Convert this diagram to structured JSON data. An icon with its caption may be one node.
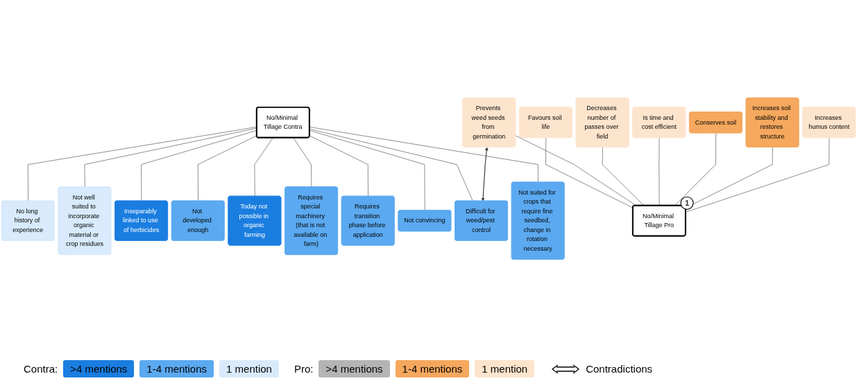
{
  "diagram": {
    "nodes": [
      {
        "text": [
          "No/Minimal Tillage Contra"
        ]
      },
      {
        "text": [
          "Not suited for crops that require fine seedbed, change in rotation necessary"
        ]
      },
      {
        "text": [
          "Not convincing"
        ]
      },
      {
        "text": [
          "Requires transition phase before application"
        ]
      },
      {
        "text": [
          "Difficult for weed/pest control"
        ]
      },
      {
        "text": [
          "Requires special machinery (that is not available on farm)"
        ]
      },
      {
        "text": [
          "Today not possible in organic farming"
        ]
      },
      {
        "text": [
          "Not developed enough"
        ]
      },
      {
        "text": [
          "Inseparably linked to use of herbicides"
        ]
      },
      {
        "text": [
          "Not well suited to incorporate organic material or crop residues"
        ]
      },
      {
        "text": [
          "No long history of experience"
        ]
      },
      {
        "text": [
          "No/Minimal Tillage Pro"
        ],
        "beside": [
          "1"
        ]
      },
      {
        "text": [
          "Favours soil life"
        ]
      },
      {
        "text": [
          "Prevents weed seeds from germination"
        ]
      },
      {
        "text": [
          "Decreases number of passes over field"
        ]
      },
      {
        "text": [
          "Is time and cost efficient"
        ]
      },
      {
        "text": [
          "Conserves soil"
        ]
      },
      {
        "text": [
          "Increases soil stability and restores structure"
        ]
      },
      {
        "text": [
          "Increases humus content"
        ]
      }
    ],
    "edges": [
      {
        "from": 0,
        "to": 1,
        "arrow": "none"
      },
      {
        "from": 0,
        "to": 2,
        "arrow": "none"
      },
      {
        "from": 0,
        "to": 3,
        "arrow": "none"
      },
      {
        "from": 0,
        "to": 4,
        "arrow": "none"
      },
      {
        "from": 0,
        "to": 5,
        "arrow": "none"
      },
      {
        "from": 0,
        "to": 6,
        "arrow": "none"
      },
      {
        "from": 0,
        "to": 7,
        "arrow": "none"
      },
      {
        "from": 0,
        "to": 8,
        "arrow": "none"
      },
      {
        "from": 0,
        "to": 9,
        "arrow": "none"
      },
      {
        "from": 0,
        "to": 10,
        "arrow": "none"
      },
      {
        "from": 12,
        "to": 11,
        "arrow": "none"
      },
      {
        "from": 13,
        "to": 11,
        "arrow": "none"
      },
      {
        "from": 14,
        "to": 11,
        "arrow": "none"
      },
      {
        "from": 15,
        "to": 11,
        "arrow": "none"
      },
      {
        "from": 16,
        "to": 11,
        "arrow": "none"
      },
      {
        "from": 17,
        "to": 11,
        "arrow": "none"
      },
      {
        "from": 18,
        "to": 11,
        "arrow": "none"
      },
      {
        "from": 13,
        "to": 4,
        "arrow": "both"
      }
    ],
    "labels": [
      "Contra:",
      "Pro:"
    ],
    "legend": [
      {
        "text": ">4 mentions",
        "color": "#1a7de0"
      },
      {
        "text": "1-4 mentions",
        "color": "#5ba9f0"
      },
      {
        "text": "1 mention",
        "color": "#d8eafb"
      },
      {
        "text": ">4 mentions",
        "color": "#b4b4b4"
      },
      {
        "text": "1-4 mentions",
        "color": "#f5a85e"
      },
      {
        "text": "1 mention",
        "color": "#fde4cd"
      },
      {
        "text": "Contradictions"
      }
    ]
  }
}
